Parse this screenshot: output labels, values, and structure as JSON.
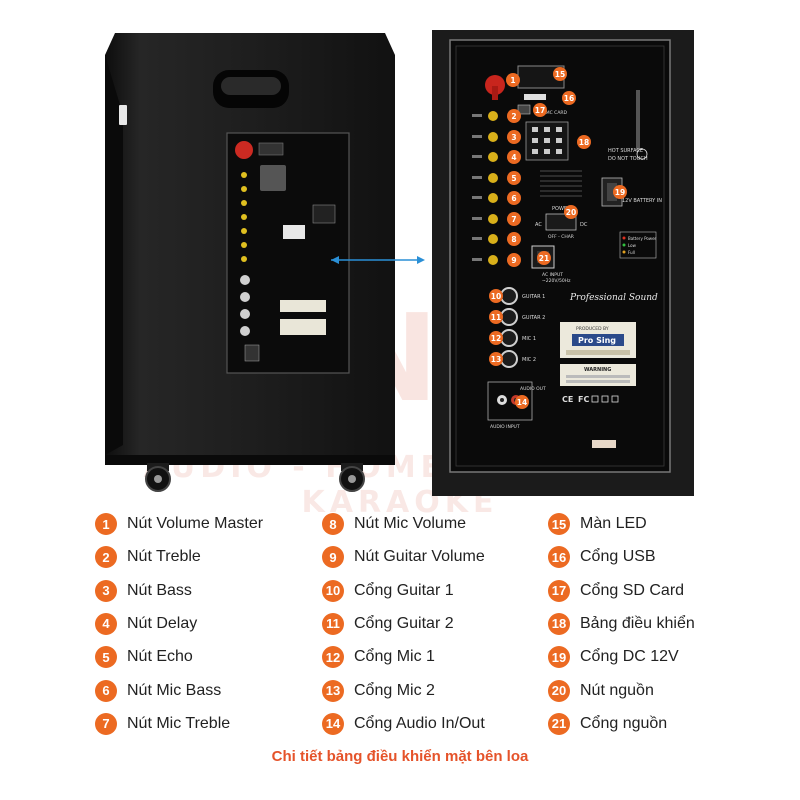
{
  "watermark": {
    "brand": "RANGO",
    "tagline": "AUDIO - HOME CINEMA - KARAOKE"
  },
  "panel": {
    "brand_produced_by": "PRODUCED BY",
    "brand": "Pro Sing",
    "signature": "Professional Sound",
    "hot_surface": [
      "HOT SURFACE",
      "DO NOT TOUCH"
    ],
    "battery_label": "12V BATTERY IN",
    "sd_label": "SD/MMC CARD",
    "power_label": "POWER",
    "power_states": [
      "AC",
      "DC",
      "OFF - CHAR"
    ],
    "ac_input": [
      "AC INPUT",
      "~220V/50Hz"
    ],
    "jack_labels": [
      "GUITAR 1",
      "GUITAR 2",
      "MIC 1",
      "MIC 2"
    ],
    "audio_labels": [
      "AUDIO OUT",
      "AUDIO INPUT"
    ],
    "indicator_labels": [
      "Battery Power",
      "Low",
      "Full"
    ],
    "warning": "WARNING",
    "cert_marks": [
      "CE",
      "FC"
    ]
  },
  "legend": {
    "items": [
      {
        "num": "1",
        "label": "Nút Volume Master"
      },
      {
        "num": "2",
        "label": "Nút Treble"
      },
      {
        "num": "3",
        "label": "Nút Bass"
      },
      {
        "num": "4",
        "label": "Nút Delay"
      },
      {
        "num": "5",
        "label": "Nút Echo"
      },
      {
        "num": "6",
        "label": "Nút Mic Bass"
      },
      {
        "num": "7",
        "label": "Nút Mic Treble"
      },
      {
        "num": "8",
        "label": "Nút Mic Volume"
      },
      {
        "num": "9",
        "label": "Nút Guitar Volume"
      },
      {
        "num": "10",
        "label": "Cổng Guitar 1"
      },
      {
        "num": "11",
        "label": "Cổng Guitar 2"
      },
      {
        "num": "12",
        "label": "Cổng Mic 1"
      },
      {
        "num": "13",
        "label": "Cổng Mic 2"
      },
      {
        "num": "14",
        "label": "Cổng Audio In/Out"
      },
      {
        "num": "15",
        "label": "Màn LED"
      },
      {
        "num": "16",
        "label": "Cổng USB"
      },
      {
        "num": "17",
        "label": "Cổng SD Card"
      },
      {
        "num": "18",
        "label": "Bảng điều khiển"
      },
      {
        "num": "19",
        "label": "Cổng DC 12V"
      },
      {
        "num": "20",
        "label": "Nút nguồn"
      },
      {
        "num": "21",
        "label": "Cổng nguồn"
      }
    ]
  },
  "caption": "Chi tiết bảng điều khiển mặt bên loa",
  "colors": {
    "accent": "#ec6a22",
    "caption": "#e5532a",
    "cabinet": "#1a1a1a",
    "panel": "#111111"
  }
}
